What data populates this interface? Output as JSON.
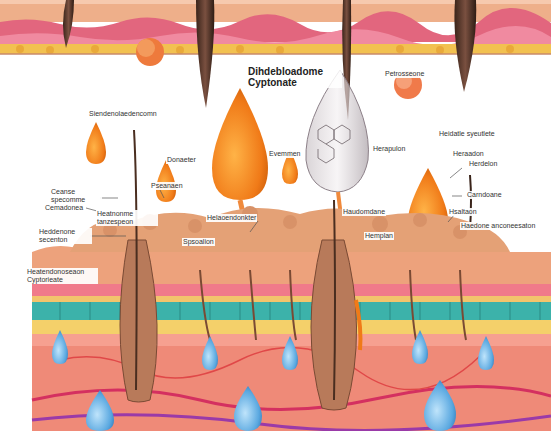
{
  "diagram": {
    "title": "Dihdebloadome Cyptonate",
    "labels": [
      "Heatendonoseaon Cyptorieate",
      "Petrosseone",
      "Siendenolaedencomn",
      "Donaeter",
      "Evemmen",
      "Herapulon",
      "Heidatle syeutlete",
      "Heraadon",
      "Ceanse specomme",
      "Cemadonea",
      "Heatnonme tanzespeon",
      "Pseanaen",
      "Heddenone secenton",
      "Helaoendonkter",
      "Spsoalion",
      "Haudomdane",
      "Hemplan",
      "Herdelon",
      "Carndoane",
      "Hsaltaon",
      "Haedone anconeesaton"
    ]
  }
}
